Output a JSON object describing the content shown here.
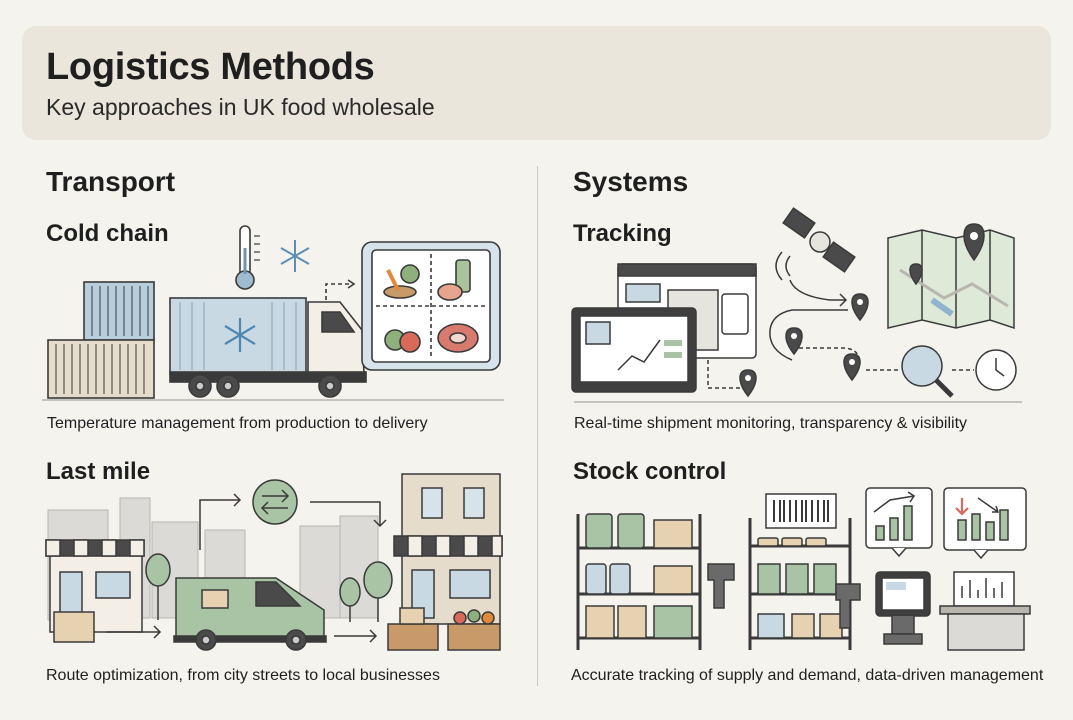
{
  "header": {
    "title": "Logistics Methods",
    "subtitle": "Key approaches in UK food wholesale"
  },
  "transport": {
    "title": "Transport",
    "cold_chain": {
      "title": "Cold chain",
      "caption": "Temperature management from production to delivery"
    },
    "last_mile": {
      "title": "Last mile",
      "caption": "Route optimization, from city streets to local businesses"
    }
  },
  "systems": {
    "title": "Systems",
    "tracking": {
      "title": "Tracking",
      "caption": "Real-time shipment monitoring, transparency & visibility"
    },
    "stock_control": {
      "title": "Stock control",
      "caption": "Accurate tracking of supply and demand, data-driven management"
    }
  },
  "colors": {
    "header_bg": "#ebe6dc",
    "page_bg": "#f4f3ee",
    "cold_blue": "#c9d9e4",
    "van_green": "#a9c4a4",
    "line": "#3a3a3a"
  },
  "icons": [
    "thermometer-icon",
    "snowflake-icon",
    "truck-icon",
    "container-icon",
    "food-tablet-icon",
    "satellite-icon",
    "map-icon",
    "location-pin-icon",
    "magnifier-icon",
    "clock-icon",
    "monitor-icon",
    "van-icon",
    "swap-arrows-icon",
    "storefront-icon",
    "produce-crate-icon",
    "shelf-icon",
    "barcode-scanner-icon",
    "barcode-icon",
    "chart-up-icon",
    "chart-down-icon",
    "kiosk-icon"
  ]
}
